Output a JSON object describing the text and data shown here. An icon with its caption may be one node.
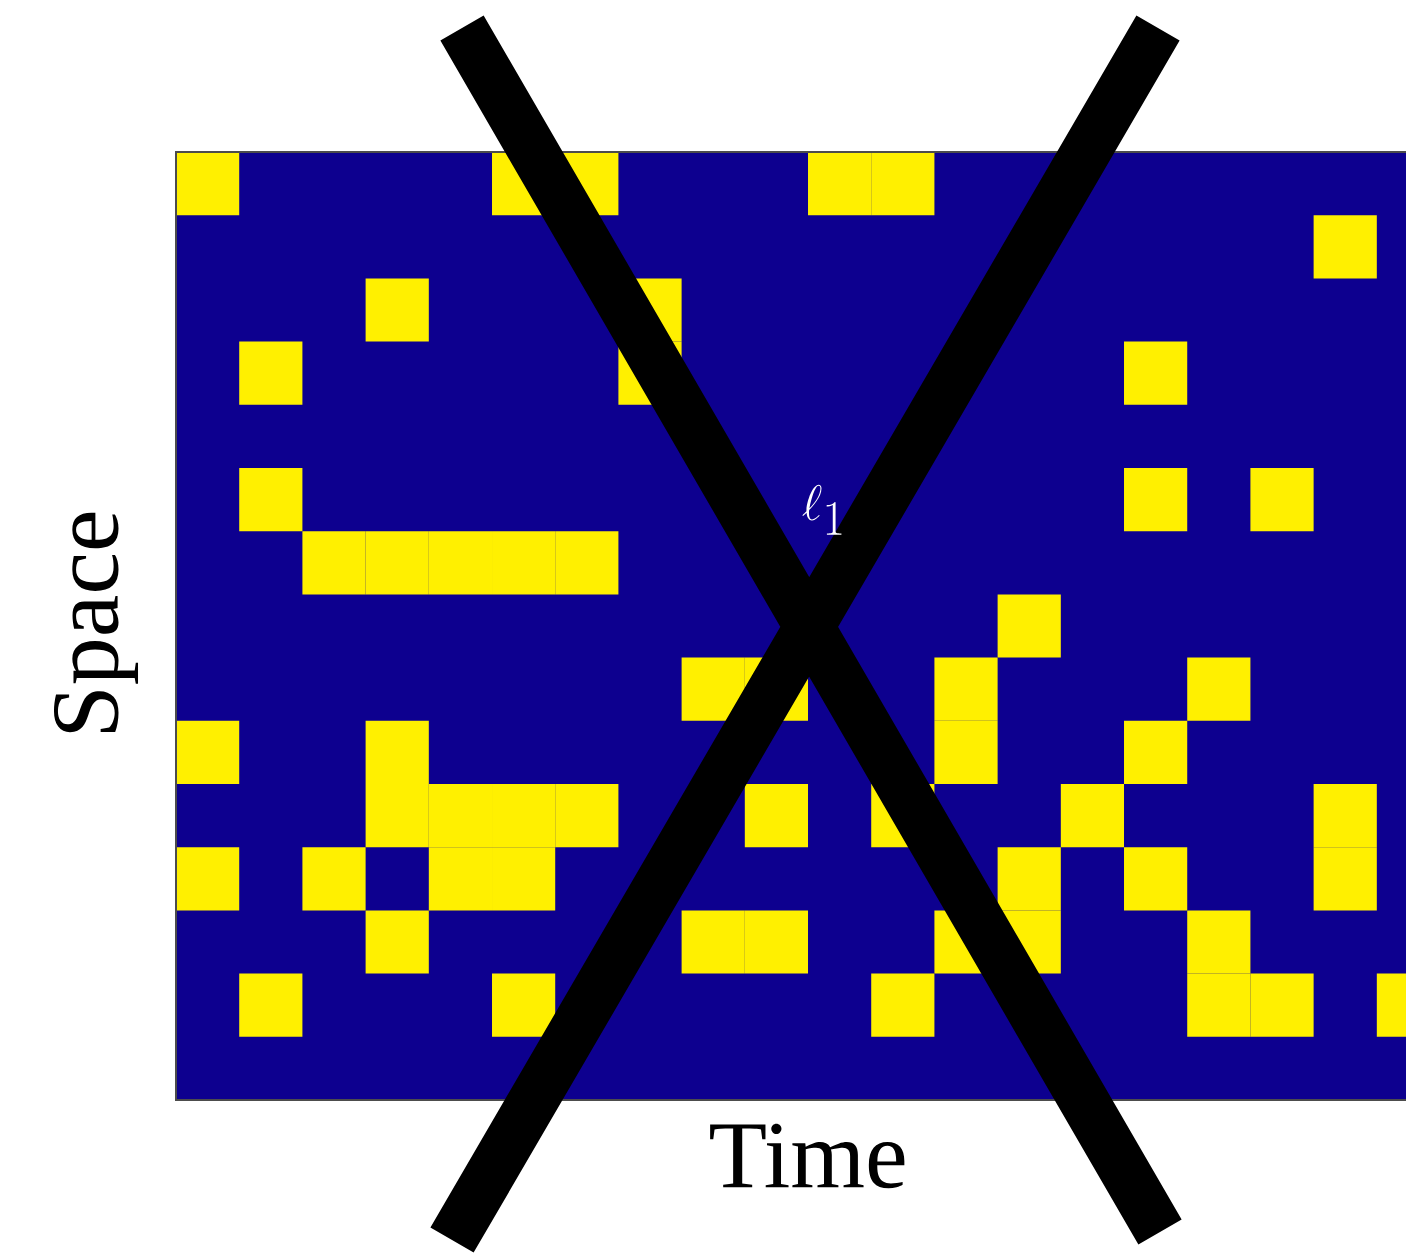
{
  "diagram": {
    "labels": [
      "\\ell_1",
      "Space",
      "Time"
    ]
  }
}
